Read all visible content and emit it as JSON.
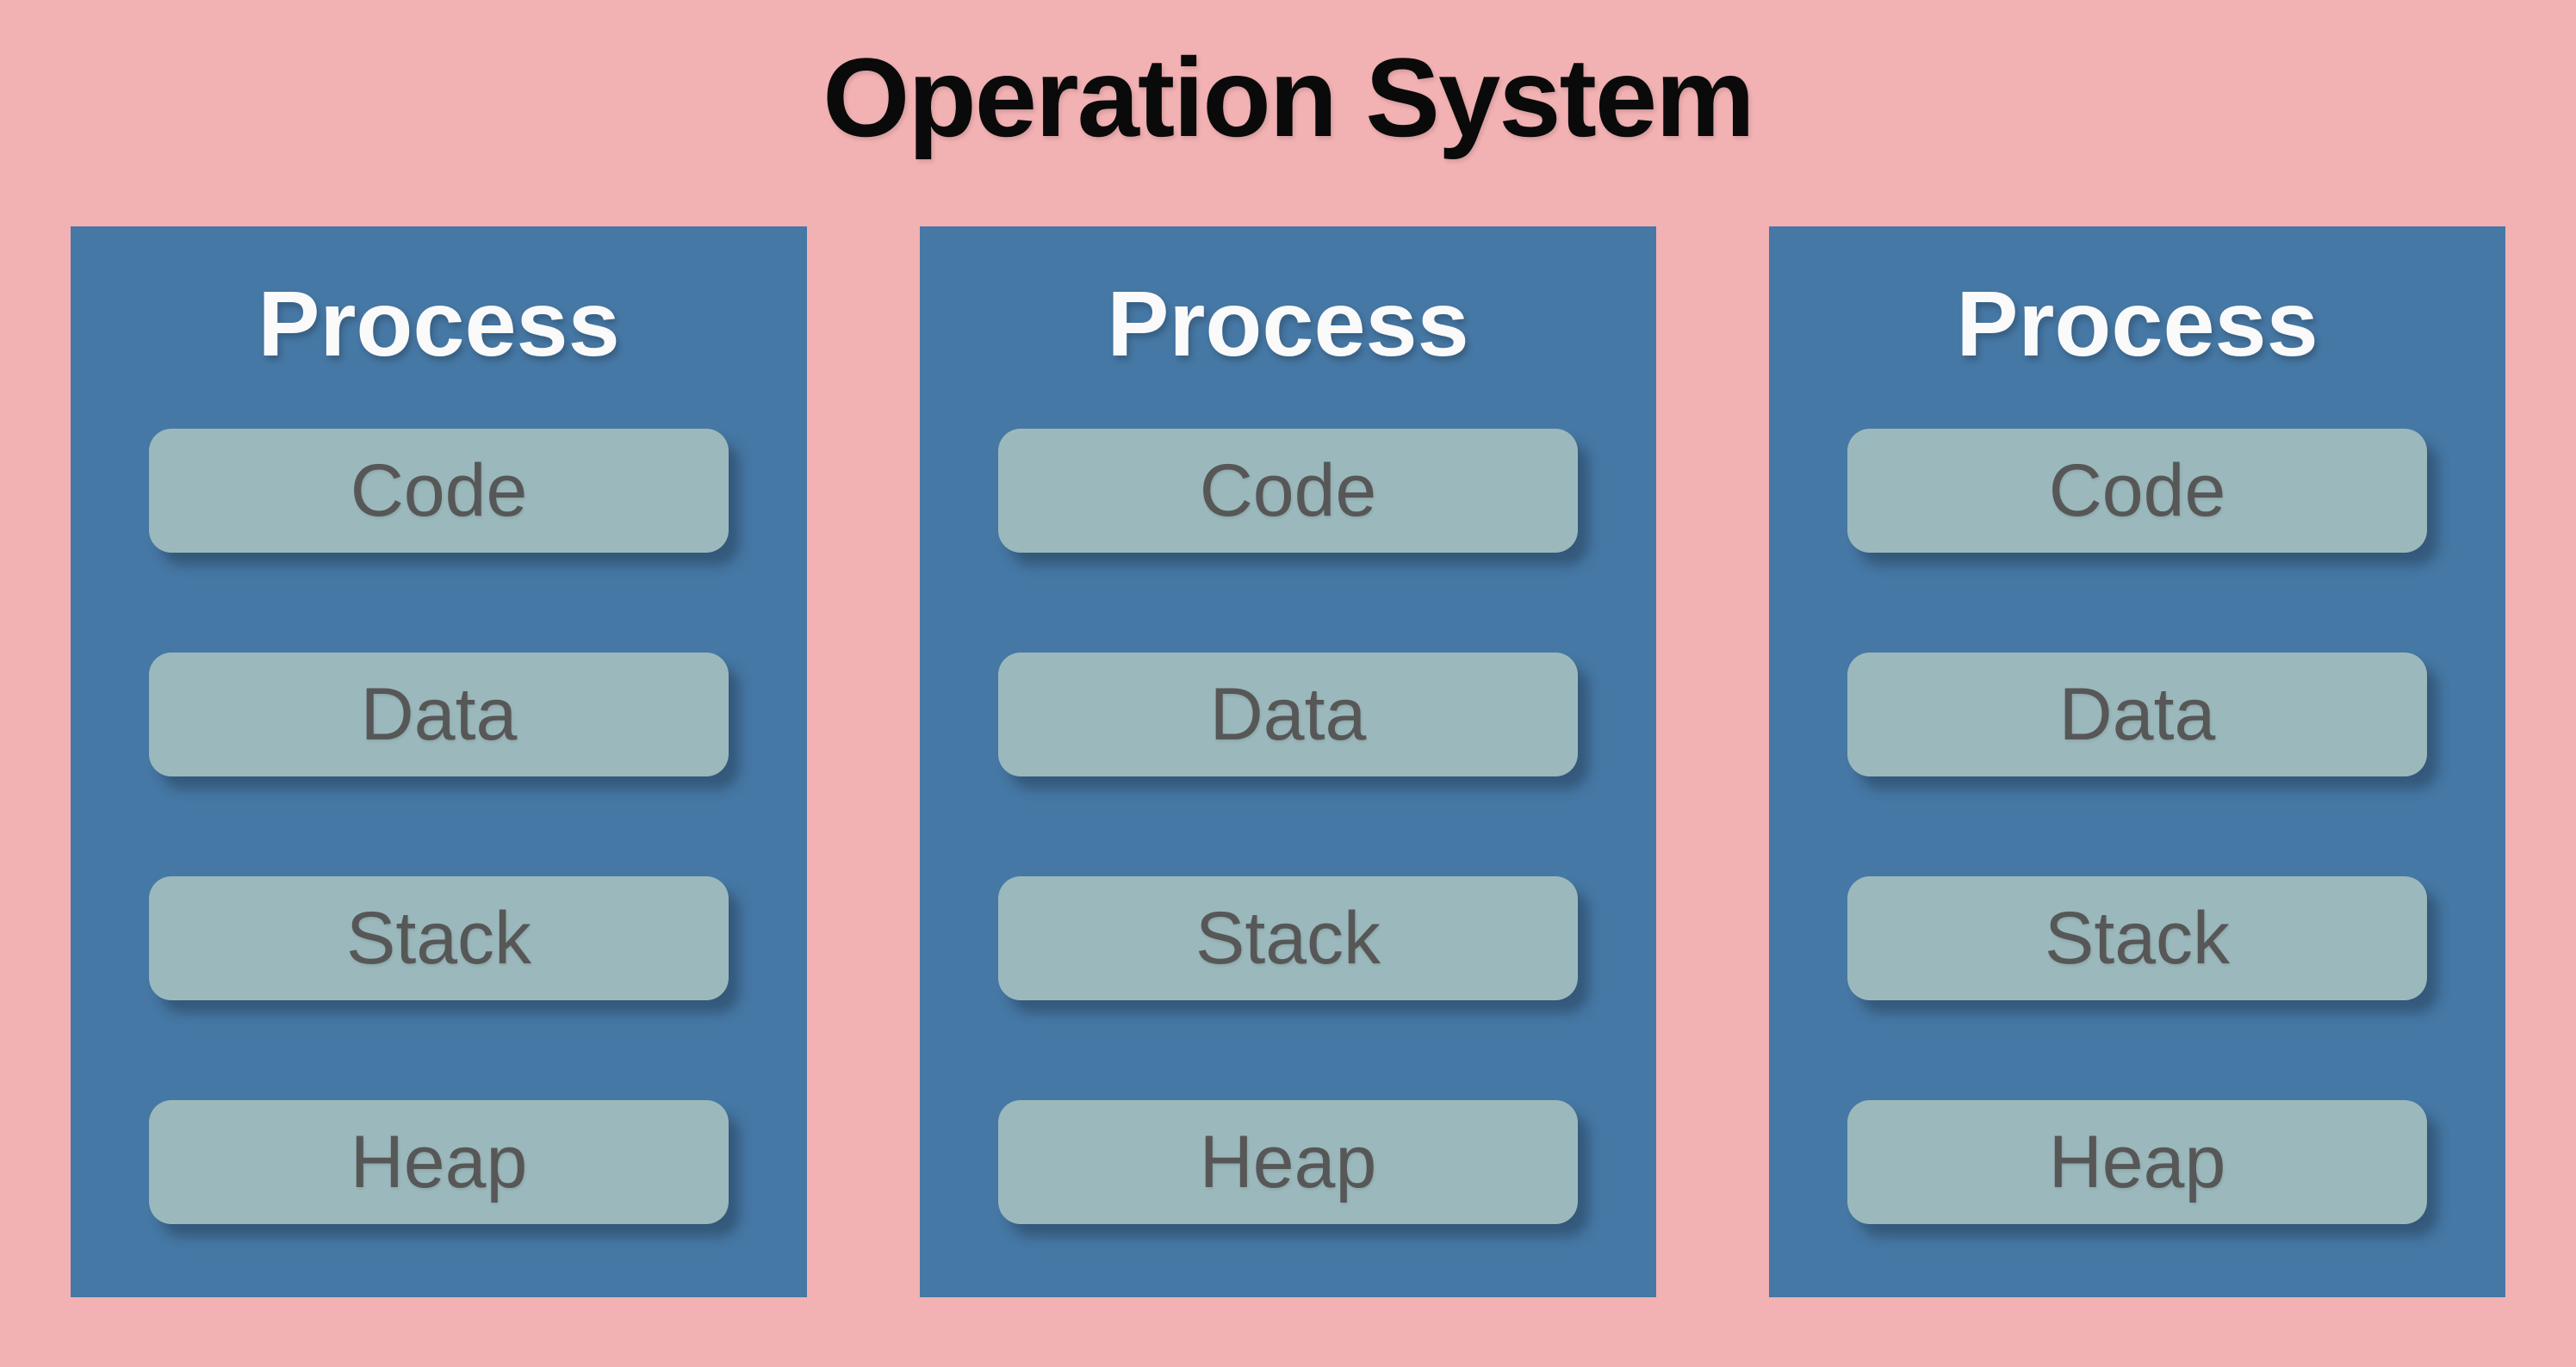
{
  "title": "Operation System",
  "colors": {
    "background": "#F2B1B3",
    "process_box": "#4678A5",
    "segment_box": "#9BB9BC",
    "segment_text": "#575757",
    "process_title": "#FAFAFA",
    "title_text": "#0A0A0A"
  },
  "processes": [
    {
      "title": "Process",
      "segments": [
        "Code",
        "Data",
        "Stack",
        "Heap"
      ]
    },
    {
      "title": "Process",
      "segments": [
        "Code",
        "Data",
        "Stack",
        "Heap"
      ]
    },
    {
      "title": "Process",
      "segments": [
        "Code",
        "Data",
        "Stack",
        "Heap"
      ]
    }
  ]
}
